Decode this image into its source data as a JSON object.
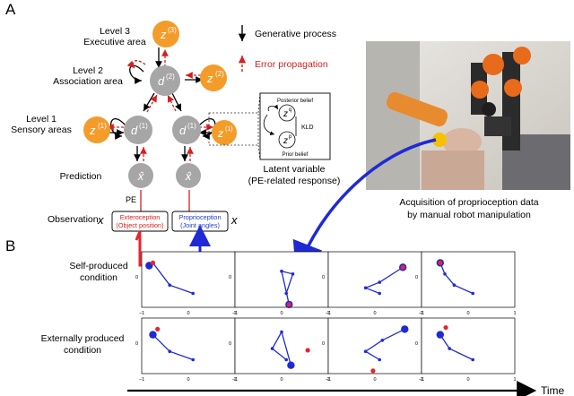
{
  "panel_a": {
    "label": "A",
    "levels": [
      {
        "title": "Level 3",
        "subtitle": "Executive area"
      },
      {
        "title": "Level 2",
        "subtitle": "Association area"
      },
      {
        "title": "Level 1",
        "subtitle": "Sensory areas"
      }
    ],
    "nodes": {
      "z3": "z",
      "z3_sup": "(3)",
      "d2": "d",
      "d2_sup": "(2)",
      "z2": "z",
      "z2_sup": "(2)",
      "z1_left": "z",
      "z1_left_sup": "(1)",
      "d1_left": "d",
      "d1_left_sup": "(1)",
      "d1_right": "d",
      "d1_right_sup": "(1)",
      "z1_right": "z",
      "z1_right_sup": "(1)",
      "xhat_left": "x̂",
      "xhat_right": "x̂"
    },
    "prediction_label": "Prediction",
    "pe_label": "PE",
    "observation_label": "Observation",
    "observation_symbol": "x",
    "exteroception": {
      "line1": "Exteroception",
      "line2": "(Object position)"
    },
    "proprioception": {
      "line1": "Proprioception",
      "line2": "(Joint angles)"
    },
    "observation_symbol_right": "x",
    "legend": {
      "generative": "Generative process",
      "error": "Error propagation"
    },
    "latent_box": {
      "posterior_label": "Posterior belief",
      "prior_label": "Prior belief",
      "kld_label": "KLD",
      "zq": "z",
      "zq_sup": "q",
      "zp": "z",
      "zp_sup": "p",
      "caption_line1": "Latent variable",
      "caption_line2": "(PE-related response)"
    },
    "photo_caption_line1": "Acquisition of proprioception data",
    "photo_caption_line2": "by manual robot manipulation"
  },
  "panel_b": {
    "label": "B",
    "rows": [
      {
        "line1": "Self-produced",
        "line2": "condition"
      },
      {
        "line1": "Externally produced",
        "line2": "condition"
      }
    ],
    "tick_labels": {
      "xm1": "−1",
      "x0": "0",
      "x1": "1",
      "y0": "0"
    },
    "time_label": "Time"
  },
  "colors": {
    "orange_node": "#f39c2a",
    "gray_node": "#a6a6a6",
    "error_red": "#d42020",
    "blue_arm": "#1f2ad6",
    "object_red": "#e8242c",
    "proprio_blue": "#2140c8"
  }
}
